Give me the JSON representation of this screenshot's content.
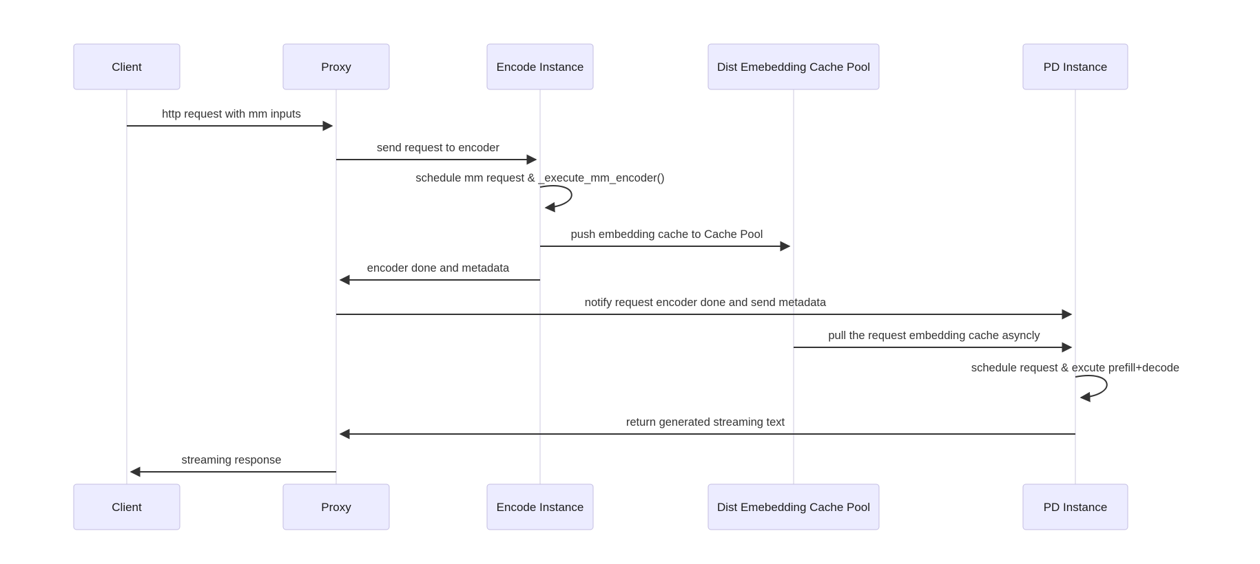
{
  "diagram": {
    "type": "sequence-diagram",
    "background": "#ffffff",
    "colors": {
      "actor_fill": "#ECECFF",
      "actor_border": "#c3bde2",
      "lifeline": "#ccc8df",
      "message": "#333333"
    },
    "actors": [
      {
        "name": "Client"
      },
      {
        "name": "Proxy"
      },
      {
        "name": "Encode Instance"
      },
      {
        "name": "Dist Emebedding Cache Pool"
      },
      {
        "name": "PD Instance"
      }
    ],
    "messages": [
      {
        "from": "Client",
        "to": "Proxy",
        "kind": "solid-arrow",
        "label": "http request with mm inputs"
      },
      {
        "from": "Proxy",
        "to": "Encode Instance",
        "kind": "solid-arrow",
        "label": "send request to encoder"
      },
      {
        "from": "Encode Instance",
        "to": "Encode Instance",
        "kind": "self-loop",
        "label": "schedule mm request & _execute_mm_encoder()"
      },
      {
        "from": "Encode Instance",
        "to": "Dist Emebedding Cache Pool",
        "kind": "solid-arrow",
        "label": "push embedding cache to Cache Pool"
      },
      {
        "from": "Encode Instance",
        "to": "Proxy",
        "kind": "solid-arrow",
        "label": "encoder done and metadata"
      },
      {
        "from": "Proxy",
        "to": "PD Instance",
        "kind": "solid-arrow",
        "label": "notify request encoder done and send metadata"
      },
      {
        "from": "Dist Emebedding Cache Pool",
        "to": "PD Instance",
        "kind": "solid-arrow",
        "label": "pull the request embedding cache asyncly"
      },
      {
        "from": "PD Instance",
        "to": "PD Instance",
        "kind": "self-loop",
        "label": "schedule request & excute prefill+decode"
      },
      {
        "from": "PD Instance",
        "to": "Proxy",
        "kind": "solid-arrow",
        "label": "return generated streaming text"
      },
      {
        "from": "Proxy",
        "to": "Client",
        "kind": "solid-arrow",
        "label": "streaming response"
      }
    ]
  }
}
